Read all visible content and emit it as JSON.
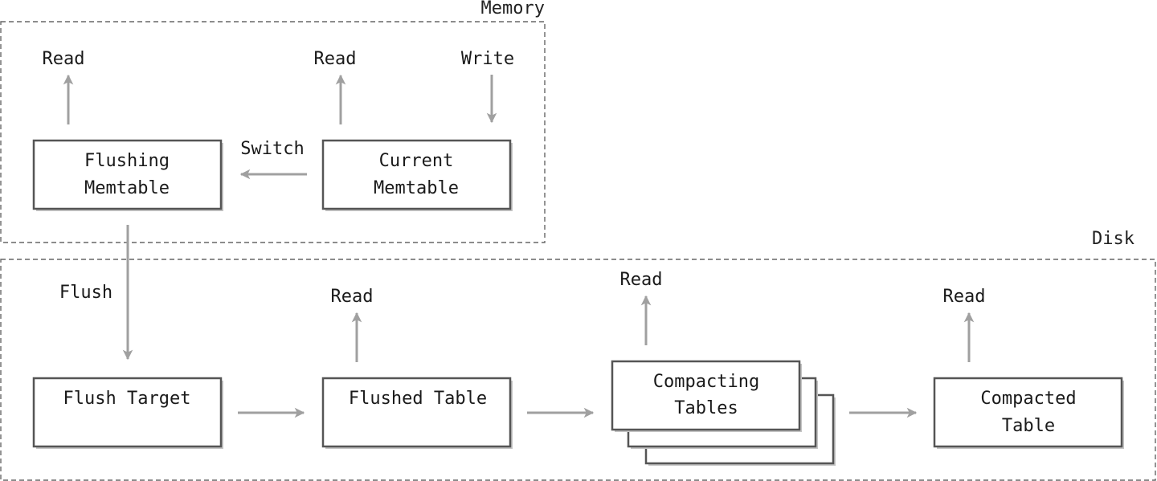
{
  "regions": {
    "memory": {
      "label": "Memory"
    },
    "disk": {
      "label": "Disk"
    }
  },
  "nodes": {
    "flushing_memtable": {
      "line1": "Flushing",
      "line2": "Memtable"
    },
    "current_memtable": {
      "line1": "Current",
      "line2": "Memtable"
    },
    "flush_target": {
      "line1": "Flush Target"
    },
    "flushed_table": {
      "line1": "Flushed Table"
    },
    "compacting_tables": {
      "line1": "Compacting",
      "line2": "Tables"
    },
    "compacted_table": {
      "line1": "Compacted",
      "line2": "Table"
    }
  },
  "edges": {
    "read_flushing": "Read",
    "read_current": "Read",
    "write_current": "Write",
    "switch": "Switch",
    "flush": "Flush",
    "read_flushed": "Read",
    "read_compacting": "Read",
    "read_compacted": "Read"
  }
}
